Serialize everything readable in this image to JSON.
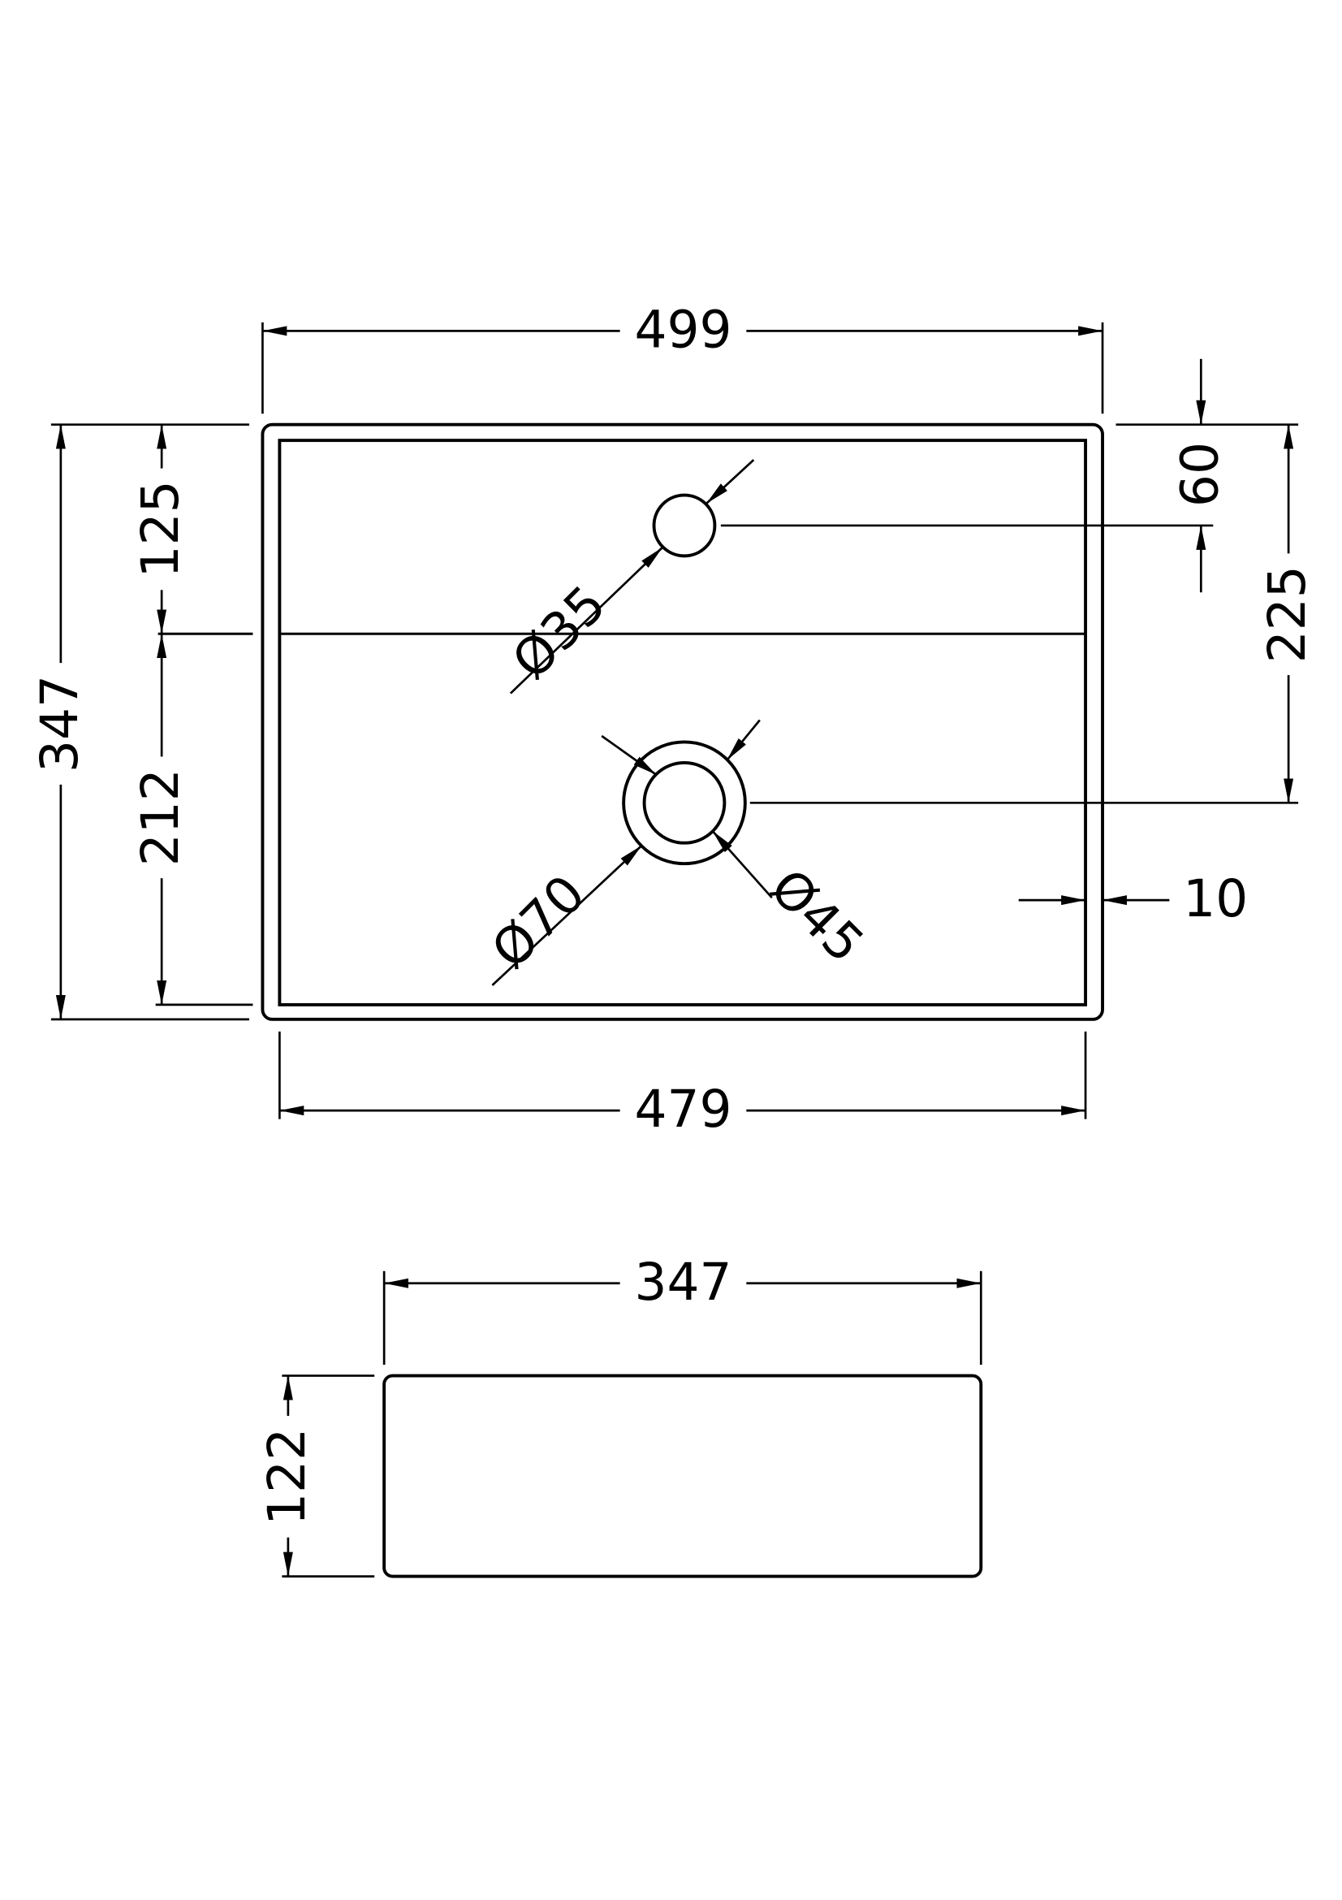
{
  "plan_view": {
    "overall_width": "499",
    "inner_width": "479",
    "overall_depth": "347",
    "tap_hole_from_back": "125",
    "front_section": "212",
    "tap_hole_offset": "60",
    "waste_from_back": "225",
    "rim_thickness": "10",
    "tap_hole_diameter": "Ø35",
    "waste_outer_diameter": "Ø70",
    "waste_inner_diameter": "Ø45"
  },
  "side_view": {
    "width": "347",
    "height": "122"
  }
}
